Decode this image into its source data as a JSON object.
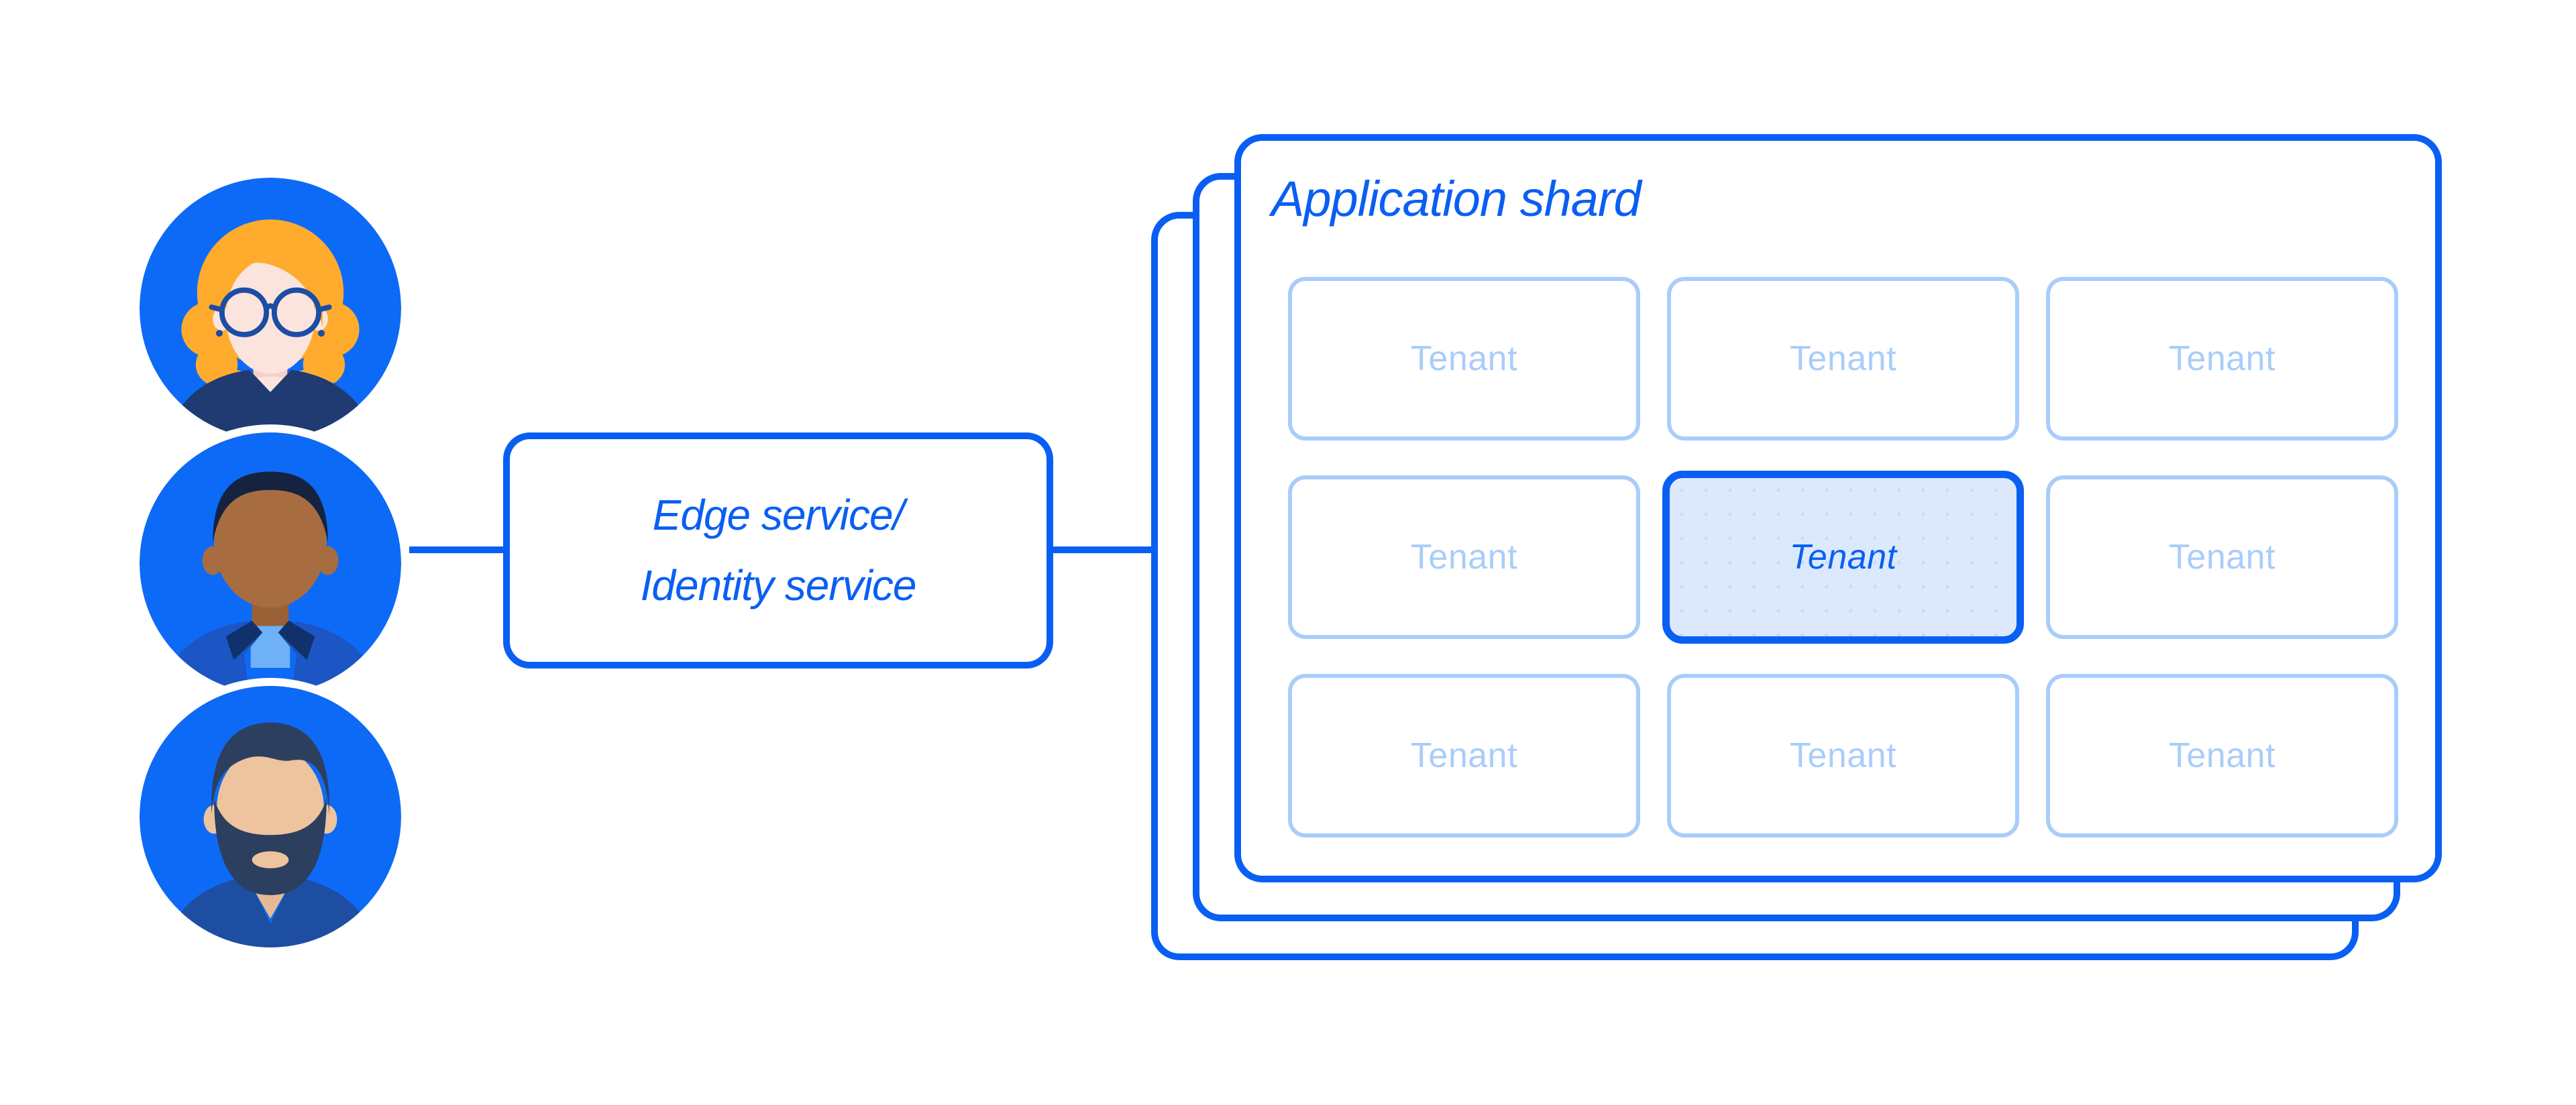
{
  "colors": {
    "blue": "#0A5FF3",
    "light_blue": "#A9CDFA",
    "highlight_fill": "#DCE9FC",
    "avatar_circle": "#0D6AF6"
  },
  "users": {
    "icons": [
      "woman-glasses-avatar-icon",
      "man-avatar-icon",
      "bearded-man-avatar-icon"
    ]
  },
  "edge_box": {
    "line1": "Edge service/",
    "line2": "Identity service"
  },
  "application_shard": {
    "title": "Application shard",
    "tenants": [
      {
        "label": "Tenant",
        "highlighted": false
      },
      {
        "label": "Tenant",
        "highlighted": false
      },
      {
        "label": "Tenant",
        "highlighted": false
      },
      {
        "label": "Tenant",
        "highlighted": false
      },
      {
        "label": "Tenant",
        "highlighted": true
      },
      {
        "label": "Tenant",
        "highlighted": false
      },
      {
        "label": "Tenant",
        "highlighted": false
      },
      {
        "label": "Tenant",
        "highlighted": false
      },
      {
        "label": "Tenant",
        "highlighted": false
      }
    ]
  }
}
